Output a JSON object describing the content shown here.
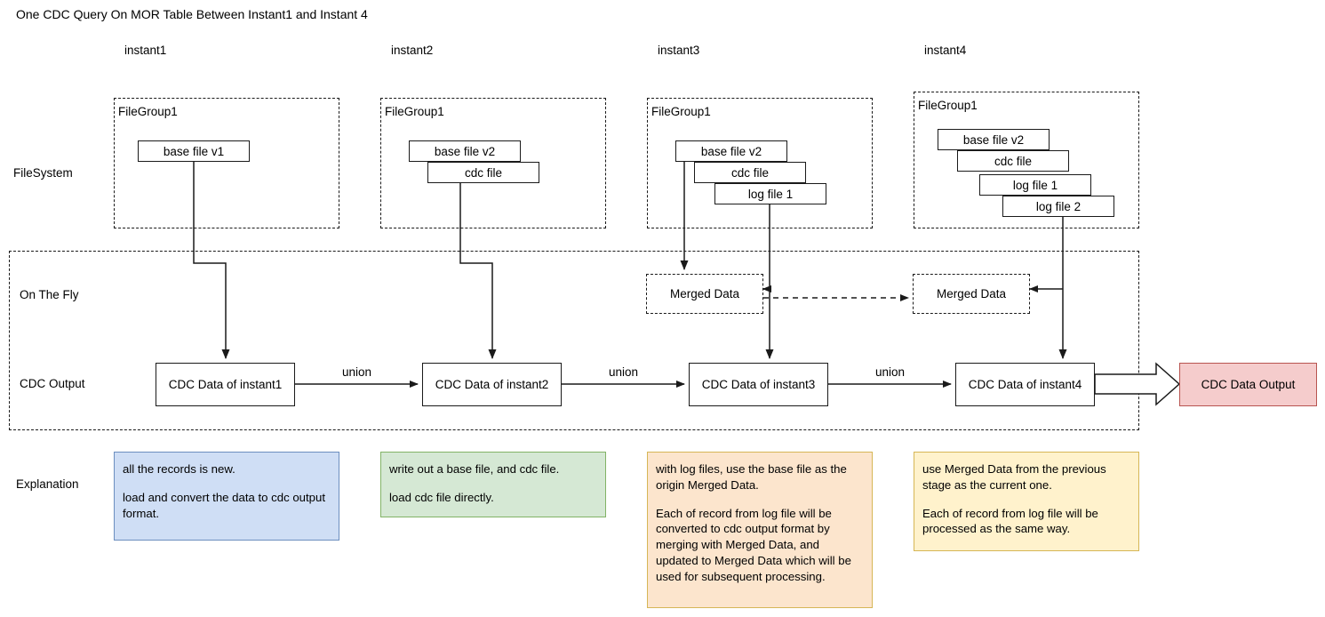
{
  "title": "One CDC Query On MOR Table Between Instant1 and Instant 4",
  "columns": [
    {
      "label": "instant1"
    },
    {
      "label": "instant2"
    },
    {
      "label": "instant3"
    },
    {
      "label": "instant4"
    }
  ],
  "row_labels": {
    "filesystem": "FileSystem",
    "on_the_fly": "On The Fly",
    "cdc_output": "CDC Output",
    "explanation": "Explanation"
  },
  "filegroups": [
    {
      "title": "FileGroup1",
      "files": [
        {
          "label": "base file v1"
        }
      ]
    },
    {
      "title": "FileGroup1",
      "files": [
        {
          "label": "base file v2"
        },
        {
          "label": "cdc file"
        }
      ]
    },
    {
      "title": "FileGroup1",
      "files": [
        {
          "label": "base file v2"
        },
        {
          "label": "cdc file"
        },
        {
          "label": "log file 1"
        }
      ]
    },
    {
      "title": "FileGroup1",
      "files": [
        {
          "label": "base file v2"
        },
        {
          "label": "cdc file"
        },
        {
          "label": "log file 1"
        },
        {
          "label": "log file 2"
        }
      ]
    }
  ],
  "merged_data": [
    {
      "label": "Merged Data"
    },
    {
      "label": "Merged Data"
    }
  ],
  "cdc_boxes": [
    {
      "label": "CDC Data of instant1"
    },
    {
      "label": "CDC Data of instant2"
    },
    {
      "label": "CDC Data of instant3"
    },
    {
      "label": "CDC Data of instant4"
    }
  ],
  "union_labels": [
    "union",
    "union",
    "union"
  ],
  "output": {
    "label": "CDC Data Output",
    "fill": "#f5cccc",
    "stroke": "#b85450"
  },
  "explanations": [
    {
      "paragraphs": [
        "all the records is new.",
        "load and convert the data to cdc output format."
      ],
      "fill": "#cfdef5",
      "stroke": "#6c8ebf"
    },
    {
      "paragraphs": [
        "write out a base file, and cdc file.",
        "load cdc file directly."
      ],
      "fill": "#d5e8d4",
      "stroke": "#82b366"
    },
    {
      "paragraphs": [
        "with log files, use the base file as the origin Merged Data.",
        "Each of record from log file will be converted to cdc output format by merging with Merged Data, and updated to Merged Data which will be used for subsequent processing."
      ],
      "fill": "#fce5cd",
      "stroke": "#d6b656"
    },
    {
      "paragraphs": [
        "use Merged Data from the previous stage as the current one.",
        "Each of record from log file will be processed as the same way."
      ],
      "fill": "#fff2cc",
      "stroke": "#d6b656"
    }
  ],
  "colors": {
    "stroke": "#1a1a1a",
    "background": "#ffffff"
  }
}
